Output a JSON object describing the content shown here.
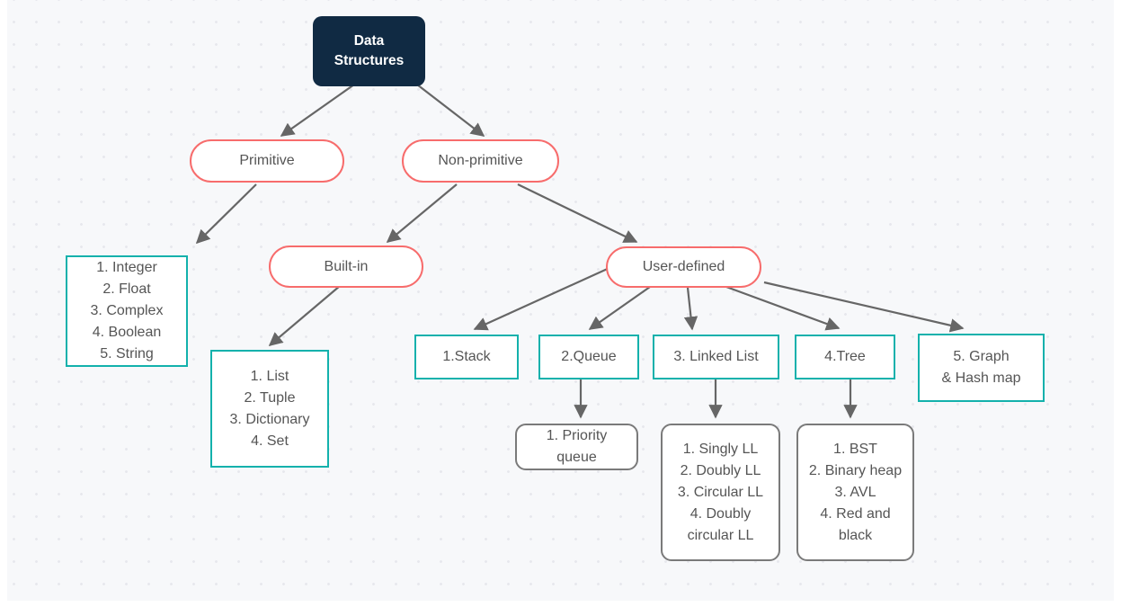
{
  "diagram": {
    "title": "Data Structures",
    "background_color": "#f7f8fa",
    "dot_color": "#e7e8ed",
    "colors": {
      "root_fill": "#102a43",
      "root_text": "#ffffff",
      "pill_border": "#f76c6c",
      "teal_border": "#13b1ac",
      "gray_border": "#7a7a7a",
      "edge": "#666666",
      "node_text": "#555555"
    },
    "nodes": {
      "root": {
        "label": "Data\nStructures"
      },
      "primitive": {
        "label": "Primitive"
      },
      "non_primitive": {
        "label": "Non-primitive"
      },
      "primitive_types": {
        "label": "1. Integer\n2. Float\n3. Complex\n4. Boolean\n5. String"
      },
      "built_in": {
        "label": "Built-in"
      },
      "user_defined": {
        "label": "User-defined"
      },
      "built_in_types": {
        "label": "1. List\n2. Tuple\n3. Dictionary\n4. Set"
      },
      "stack": {
        "label": "1.Stack"
      },
      "queue": {
        "label": "2.Queue"
      },
      "linked_list": {
        "label": "3. Linked List"
      },
      "tree": {
        "label": "4.Tree"
      },
      "graph_hashmap": {
        "label": "5. Graph\n& Hash map"
      },
      "priority_queue": {
        "label": "1. Priority\nqueue"
      },
      "linked_list_types": {
        "label": "1. Singly LL\n2. Doubly LL\n3. Circular LL\n4. Doubly\ncircular LL"
      },
      "tree_types": {
        "label": "1. BST\n2. Binary heap\n3. AVL\n4. Red and\nblack"
      }
    },
    "edges": [
      {
        "from": "root",
        "to": "primitive"
      },
      {
        "from": "root",
        "to": "non_primitive"
      },
      {
        "from": "primitive",
        "to": "primitive_types"
      },
      {
        "from": "non_primitive",
        "to": "built_in"
      },
      {
        "from": "non_primitive",
        "to": "user_defined"
      },
      {
        "from": "built_in",
        "to": "built_in_types"
      },
      {
        "from": "user_defined",
        "to": "stack"
      },
      {
        "from": "user_defined",
        "to": "queue"
      },
      {
        "from": "user_defined",
        "to": "linked_list"
      },
      {
        "from": "user_defined",
        "to": "tree"
      },
      {
        "from": "user_defined",
        "to": "graph_hashmap"
      },
      {
        "from": "queue",
        "to": "priority_queue"
      },
      {
        "from": "linked_list",
        "to": "linked_list_types"
      },
      {
        "from": "tree",
        "to": "tree_types"
      }
    ]
  }
}
